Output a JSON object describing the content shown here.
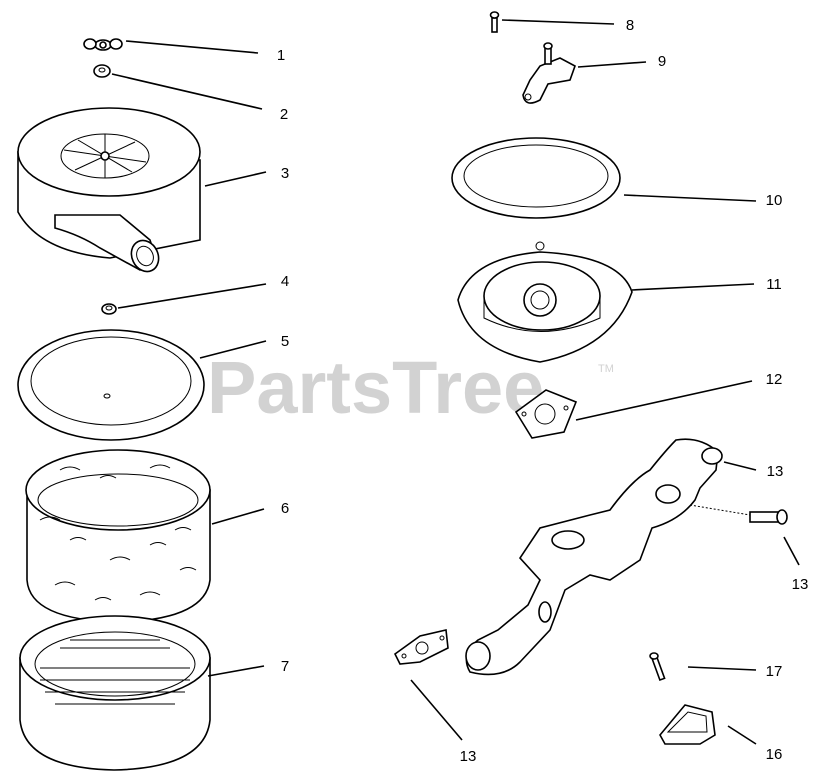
{
  "watermark": {
    "text": "PartsTree",
    "trademark": "TM"
  },
  "callouts": {
    "c1": "1",
    "c2": "2",
    "c3": "3",
    "c4": "4",
    "c5": "5",
    "c6": "6",
    "c7": "7",
    "c8": "8",
    "c9": "9",
    "c10": "10",
    "c11": "11",
    "c12": "12",
    "c13a": "13",
    "c13b": "13",
    "c13c": "13",
    "c16": "16",
    "c17": "17"
  }
}
